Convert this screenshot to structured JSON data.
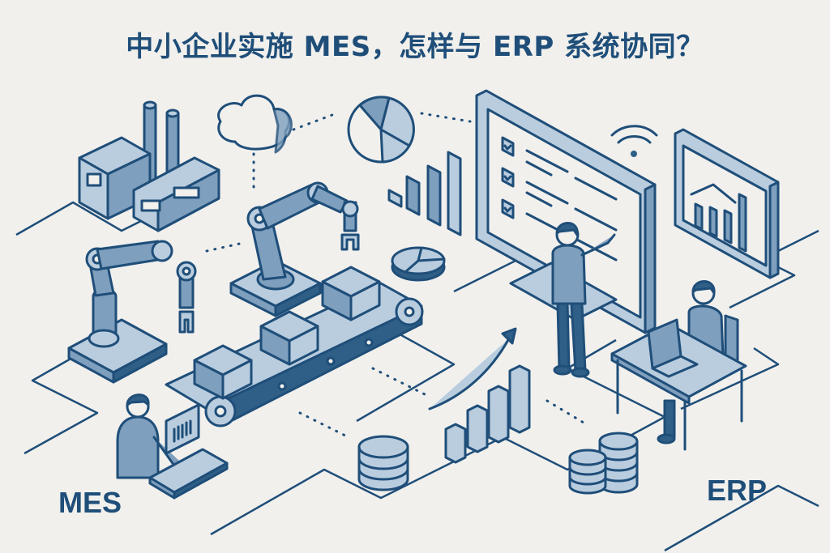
{
  "title": "中小企业实施 MES，怎样与 ERP 系统协同？",
  "labels": {
    "left_system": "MES",
    "right_system": "ERP"
  },
  "colors": {
    "background": "#f1f0ed",
    "stroke": "#1f4e79",
    "fill_light": "#b9cddf",
    "fill_mid": "#7e9fbd",
    "fill_dark": "#2f5f86"
  },
  "scene": {
    "left_side_elements": [
      "factory",
      "cloud",
      "robotic-arm",
      "robotic-arm",
      "conveyor-belt-with-boxes",
      "mes-operator-at-laptop"
    ],
    "center_elements": [
      "pie-chart",
      "bar-chart",
      "pie-chart-3d",
      "database-stack",
      "rising-bar-chart-with-arrow"
    ],
    "right_side_elements": [
      "large-monitor-checklist",
      "presenter-pointing",
      "wifi-signal",
      "wall-dashboard-chart",
      "erp-operator-at-desk",
      "coin-stacks"
    ]
  }
}
